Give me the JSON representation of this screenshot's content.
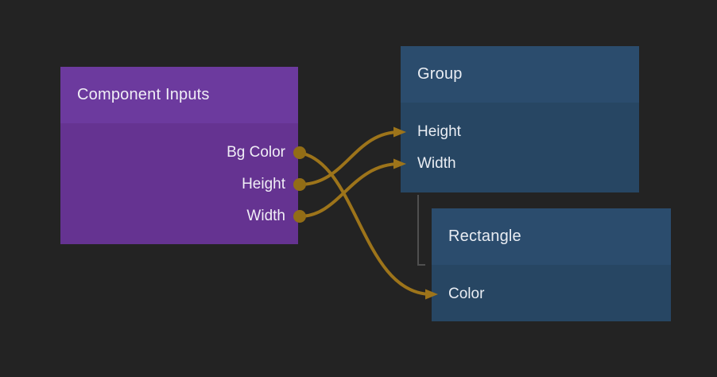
{
  "canvas": {
    "background": "#232323"
  },
  "colors": {
    "purple_header": "#6c3a9e",
    "purple_body": "#653391",
    "blue_header": "#2b4c6d",
    "blue_body": "#274663",
    "wire": "#9d741a",
    "port": "#926d16",
    "hierarchy_line": "#4f4f4f",
    "text": "#f0eef6"
  },
  "nodes": [
    {
      "title": "Component Inputs",
      "ports": [
        {
          "label": "Bg Color"
        },
        {
          "label": "Height"
        },
        {
          "label": "Width"
        }
      ]
    },
    {
      "title": "Group",
      "ports": [
        {
          "label": "Height"
        },
        {
          "label": "Width"
        }
      ]
    },
    {
      "title": "Rectangle",
      "ports": [
        {
          "label": "Color"
        }
      ]
    }
  ],
  "connections": [
    {
      "from": "Component Inputs / Bg Color",
      "to": "Rectangle / Color"
    },
    {
      "from": "Component Inputs / Height",
      "to": "Group / Height"
    },
    {
      "from": "Component Inputs / Width",
      "to": "Group / Width"
    }
  ],
  "hierarchy": [
    {
      "parent": "Group",
      "child": "Rectangle"
    }
  ]
}
